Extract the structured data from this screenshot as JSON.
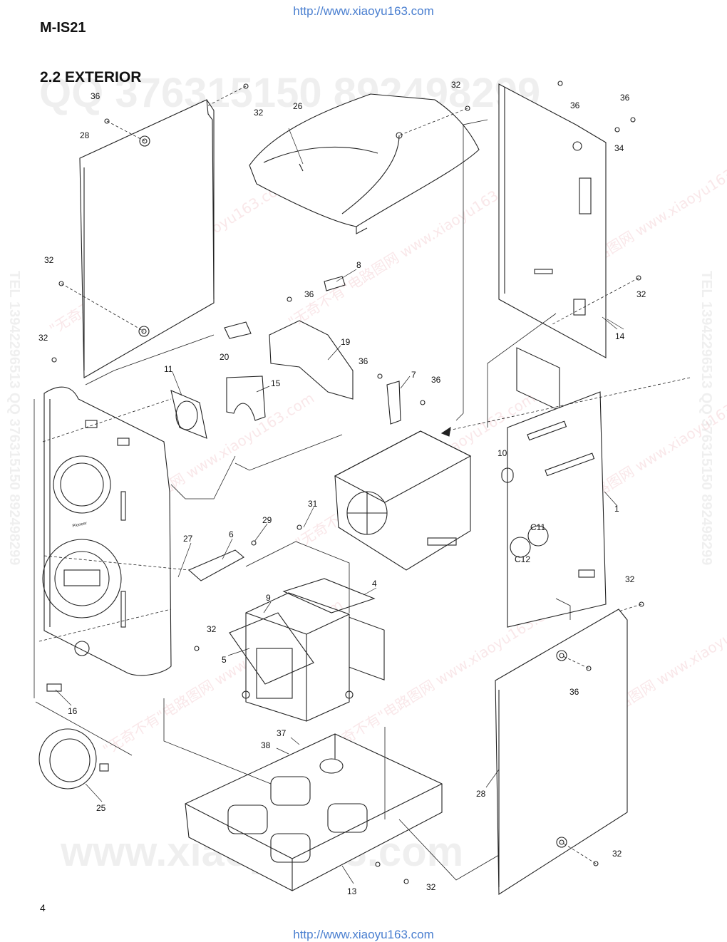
{
  "header": {
    "url_top": "http://www.xiaoyu163.com",
    "model": "M-IS21",
    "section_title": "2.2 EXTERIOR"
  },
  "footer": {
    "page_number": "4",
    "url_bottom": "http://www.xiaoyu163.com"
  },
  "watermarks": {
    "qq_line": "QQ 376315150  892498299",
    "tel_line": "TEL 13942296513  QQ 376315150  892498299",
    "www_line": "www.xiaoyu163.com",
    "cn_text": "\"无奇不有\"电路图网 www.xiaoyu163.com"
  },
  "parts": [
    {
      "id": "p36a",
      "text": "36"
    },
    {
      "id": "p32a",
      "text": "32"
    },
    {
      "id": "p28a",
      "text": "28"
    },
    {
      "id": "p26",
      "text": "26"
    },
    {
      "id": "p32b",
      "text": "32"
    },
    {
      "id": "p36b",
      "text": "36"
    },
    {
      "id": "p36c",
      "text": "36"
    },
    {
      "id": "p34",
      "text": "34"
    },
    {
      "id": "p32c",
      "text": "32"
    },
    {
      "id": "p8",
      "text": "8"
    },
    {
      "id": "p36d",
      "text": "36"
    },
    {
      "id": "p32d",
      "text": "32"
    },
    {
      "id": "p14",
      "text": "14"
    },
    {
      "id": "p32e",
      "text": "32"
    },
    {
      "id": "p20",
      "text": "20"
    },
    {
      "id": "p19",
      "text": "19"
    },
    {
      "id": "p36e",
      "text": "36"
    },
    {
      "id": "p7",
      "text": "7"
    },
    {
      "id": "p36f",
      "text": "36"
    },
    {
      "id": "p11",
      "text": "11"
    },
    {
      "id": "p15",
      "text": "15"
    },
    {
      "id": "p10",
      "text": "10"
    },
    {
      "id": "p1",
      "text": "1"
    },
    {
      "id": "p31",
      "text": "31"
    },
    {
      "id": "p29",
      "text": "29"
    },
    {
      "id": "p6",
      "text": "6"
    },
    {
      "id": "p27",
      "text": "27"
    },
    {
      "id": "pC11",
      "text": "C11"
    },
    {
      "id": "pC12",
      "text": "C12"
    },
    {
      "id": "p9",
      "text": "9"
    },
    {
      "id": "p4",
      "text": "4"
    },
    {
      "id": "p32f",
      "text": "32"
    },
    {
      "id": "p32g",
      "text": "32"
    },
    {
      "id": "p5",
      "text": "5"
    },
    {
      "id": "p36g",
      "text": "36"
    },
    {
      "id": "p16",
      "text": "16"
    },
    {
      "id": "p37",
      "text": "37"
    },
    {
      "id": "p38",
      "text": "38"
    },
    {
      "id": "p28b",
      "text": "28"
    },
    {
      "id": "p25",
      "text": "25"
    },
    {
      "id": "p32h",
      "text": "32"
    },
    {
      "id": "p13",
      "text": "13"
    },
    {
      "id": "p32i",
      "text": "32"
    }
  ],
  "front_panel": {
    "brand_text": "Pioneer"
  }
}
